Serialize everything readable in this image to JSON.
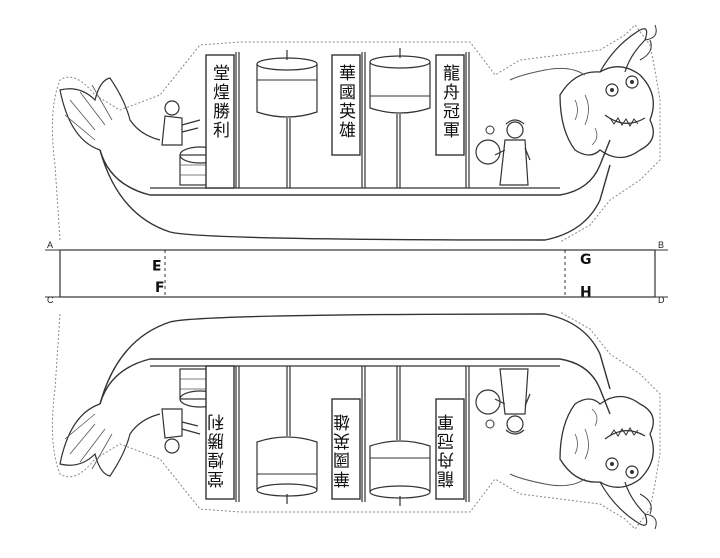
{
  "corner_labels": {
    "a": "A",
    "b": "B",
    "c": "C",
    "d": "D"
  },
  "fold_labels": {
    "e": "E",
    "f": "F",
    "g": "G",
    "h": "H"
  },
  "banners": {
    "left": "堂煌勝利",
    "middle": "華國英雄",
    "right": "龍舟冠軍"
  },
  "colors": {
    "line": "#333333",
    "cutline": "#888888",
    "background": "#ffffff"
  }
}
